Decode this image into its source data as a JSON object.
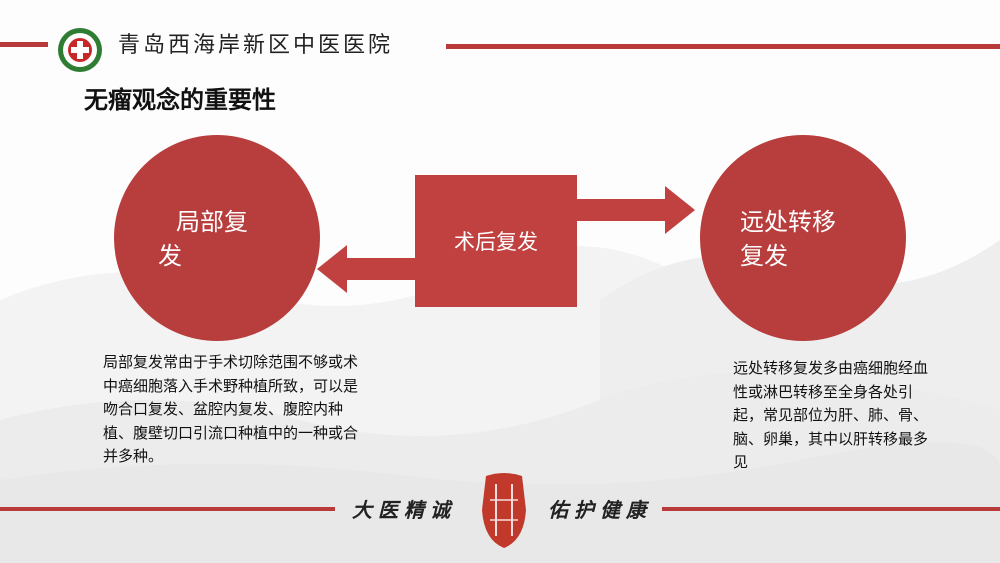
{
  "header": {
    "hospital_name": "青岛西海岸新区中医医院"
  },
  "page_title": "无瘤观念的重要性",
  "diagram": {
    "left_node": {
      "line1": "局部复",
      "line2": "发"
    },
    "center_node": "术后复发",
    "right_node": {
      "line1": "远处转移",
      "line2": "复发"
    }
  },
  "descriptions": {
    "left": "局部复发常由于手术切除范围不够或术中癌细胞落入手术野种植所致，可以是吻合口复发、盆腔内复发、腹腔内种植、腹壁切口引流口种植中的一种或合并多种。",
    "right": "远处转移复发多由癌细胞经血性或淋巴转移至全身各处引起，常见部位为肝、肺、骨、 脑、卵巢，其中以肝转移最多见"
  },
  "footer": {
    "motto_left": "大医精诚",
    "motto_right": "佑护健康"
  },
  "colors": {
    "accent": "#b83d3d",
    "box": "#c0413f"
  }
}
